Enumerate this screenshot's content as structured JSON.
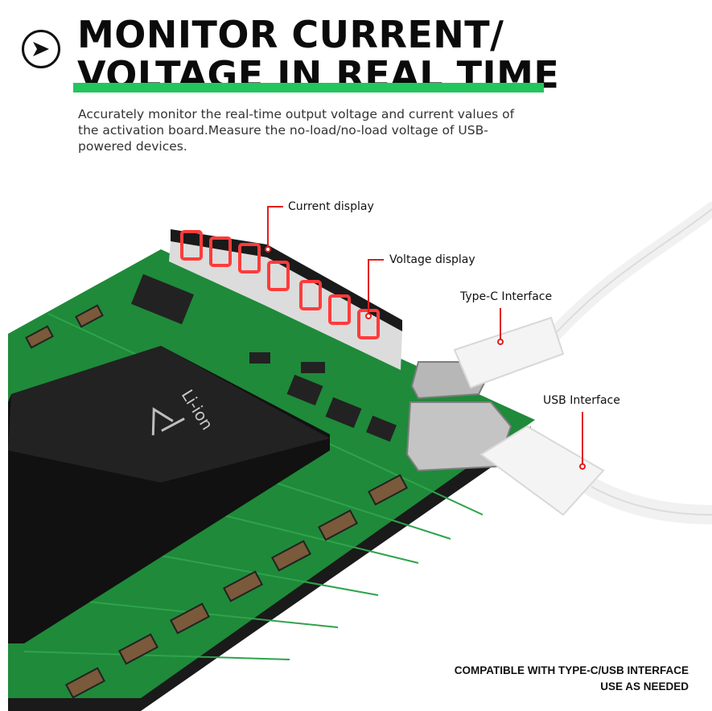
{
  "header": {
    "title_line1": "MONITOR CURRENT/",
    "title_line2": "VOLTAGE IN REAL TIME",
    "accent_color": "#22c55e",
    "description": "Accurately monitor the real-time output voltage and current values of the activation board.Measure the no-load/no-load voltage of USB-powered devices."
  },
  "callouts": {
    "current_display": "Current display",
    "voltage_display": "Voltage display",
    "type_c_interface": "Type-C Interface",
    "usb_interface": "USB Interface"
  },
  "battery": {
    "label": "Li-ion"
  },
  "footer": {
    "compat_line1": "COMPATIBLE WITH TYPE-C/USB INTERFACE",
    "compat_line2": "USE AS NEEDED"
  },
  "colors": {
    "board_green": "#1f8a3a",
    "digit_red": "#ff3b3b",
    "callout_red": "#e11d1d"
  }
}
